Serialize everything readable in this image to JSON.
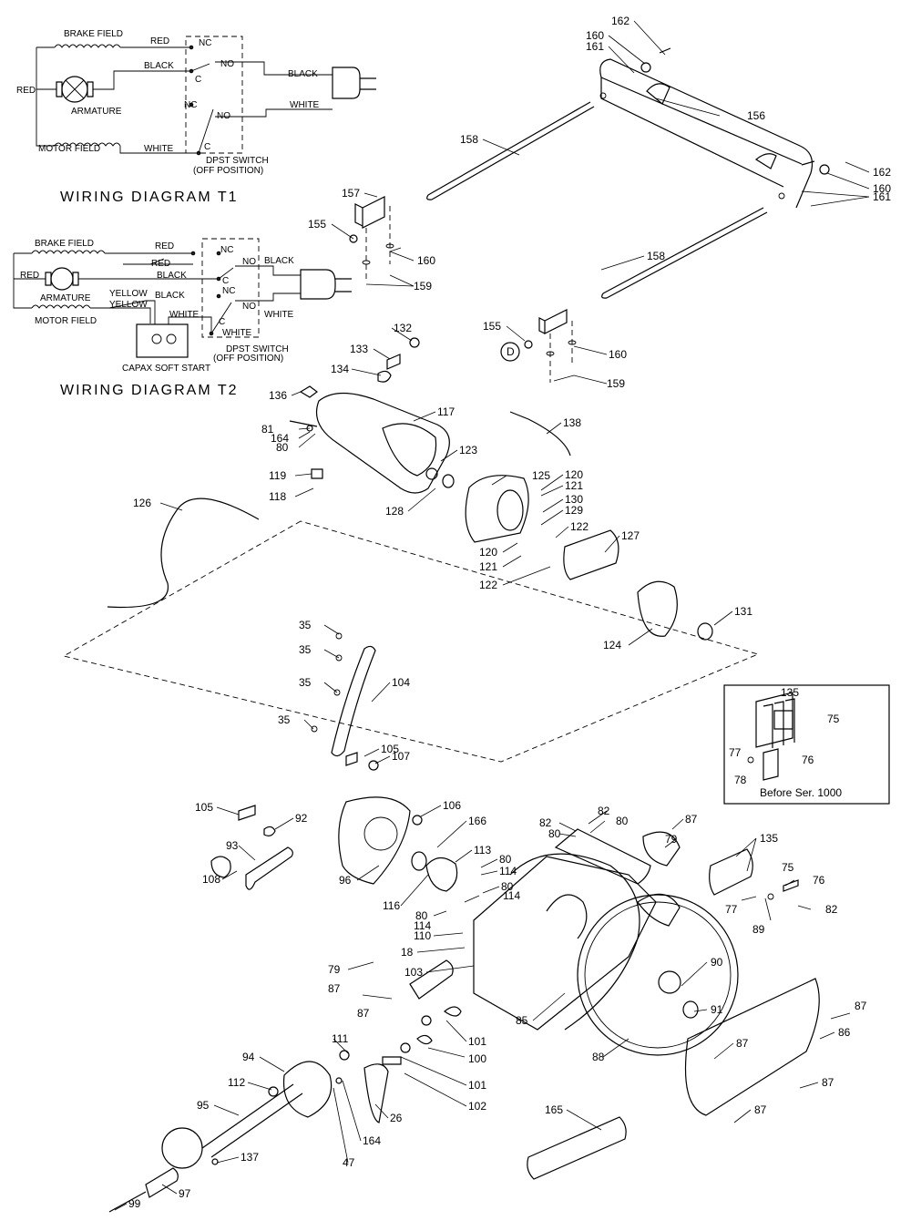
{
  "wiring_t1": {
    "title": "WIRING DIAGRAM T1",
    "labels": {
      "brake_field": "BRAKE FIELD",
      "red_top": "RED",
      "red_left": "RED",
      "black": "BLACK",
      "armature": "ARMATURE",
      "motor_field": "MOTOR FIELD",
      "white": "WHITE",
      "nc_top": "NC",
      "c_top": "C",
      "nc_mid": "NC",
      "c_bottom": "C",
      "no_top": "NO",
      "no_bottom": "NO",
      "plug_black": "BLACK",
      "plug_white": "WHITE",
      "switch_line1": "DPST SWITCH",
      "switch_line2": "(OFF POSITION)"
    }
  },
  "wiring_t2": {
    "title": "WIRING DIAGRAM T2",
    "labels": {
      "brake_field": "BRAKE FIELD",
      "red_top": "RED",
      "red_mid": "RED",
      "red_left": "RED",
      "black_1": "BLACK",
      "armature": "ARMATURE",
      "yellow_1": "YELLOW",
      "yellow_2": "YELLOW",
      "black_2": "BLACK",
      "motor_field": "MOTOR FIELD",
      "white_1": "WHITE",
      "white_2": "WHITE",
      "nc_top": "NC",
      "c_top": "C",
      "nc_mid": "NC",
      "c_bottom": "C",
      "no_top": "NO",
      "no_bottom": "NO",
      "plug_black": "BLACK",
      "plug_white": "WHITE",
      "switch_line1": "DPST SWITCH",
      "switch_line2": "(OFF POSITION)",
      "soft_start": "CAPAX SOFT START"
    }
  },
  "inset": {
    "caption": "Before Ser. 1000",
    "parts": [
      "135",
      "75",
      "77",
      "76",
      "78"
    ]
  },
  "callouts": {
    "c162a": "162",
    "c160a": "160",
    "c161a": "161",
    "c156": "156",
    "c158a": "158",
    "c162b": "162",
    "c160b": "160",
    "c161b": "161",
    "c157": "157",
    "c155a": "155",
    "c160c": "160",
    "c159a": "159",
    "c158b": "158",
    "c155b": "155",
    "cD": "D",
    "c160d": "160",
    "c159b": "159",
    "c132": "132",
    "c133": "133",
    "c134": "134",
    "c136": "136",
    "c117": "117",
    "c138": "138",
    "c81": "81",
    "c164a": "164",
    "c80a": "80",
    "c123": "123",
    "c125": "125",
    "c119": "119",
    "c118": "118",
    "c128": "128",
    "c120a": "120",
    "c121a": "121",
    "c130": "130",
    "c129": "129",
    "c122a": "122",
    "c127": "127",
    "c126": "126",
    "c120b": "120",
    "c121b": "121",
    "c122b": "122",
    "c131": "131",
    "c124": "124",
    "c35a": "35",
    "c35b": "35",
    "c35c": "35",
    "c35d": "35",
    "c104": "104",
    "c105a": "105",
    "c107": "107",
    "c105b": "105",
    "c92": "92",
    "c106": "106",
    "c166": "166",
    "c93": "93",
    "c82a": "82",
    "c80b": "80",
    "c87a": "87",
    "c82b": "82",
    "c80c": "80",
    "c79a": "79",
    "c113": "113",
    "c80d": "80",
    "c114a": "114",
    "c96": "96",
    "c108": "108",
    "c80e": "80",
    "c114b": "114",
    "c116": "116",
    "c80f": "80",
    "c114c": "114",
    "c110": "110",
    "c135": "135",
    "c75": "75",
    "c76": "76",
    "c77": "77",
    "c89": "89",
    "c82c": "82",
    "c18": "18",
    "c103": "103",
    "c79b": "79",
    "c87b": "87",
    "c87c": "87",
    "c90": "90",
    "c91": "91",
    "c85": "85",
    "c87d": "87",
    "c86": "86",
    "c101a": "101",
    "c111": "111",
    "c100": "100",
    "c88": "88",
    "c87e": "87",
    "c94": "94",
    "c101b": "101",
    "c112": "112",
    "c87f": "87",
    "c102": "102",
    "c95": "95",
    "c26": "26",
    "c87g": "87",
    "c164b": "164",
    "c165": "165",
    "c137": "137",
    "c47": "47",
    "c97": "97",
    "c99": "99"
  }
}
